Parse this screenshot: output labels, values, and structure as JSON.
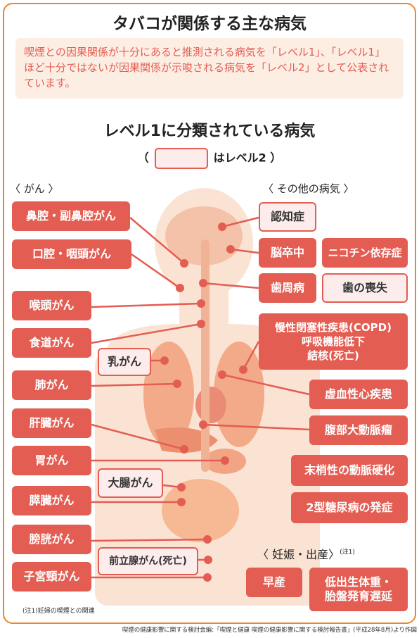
{
  "title": "タバコが関係する主な病気",
  "intro": "喫煙との因果関係が十分にあると推測される病気を「レベル1」、「レベル1」ほど十分ではないが因果関係が示唆される病気を「レベル2」として公表されています。",
  "subtitle": "レベル1に分類されている病気",
  "legend": {
    "open": "（",
    "close": "はレベル2 ）"
  },
  "sections": {
    "cancer": "〈 がん 〉",
    "other": "〈 その他の病気 〉",
    "pregnancy": "〈 妊娠・出産〉",
    "pregnancy_note": "(注1)"
  },
  "cancer": {
    "nasal": "鼻腔・副鼻腔がん",
    "oral": "口腔・咽頭がん",
    "larynx": "喉頭がん",
    "esophagus": "食道がん",
    "breast": "乳がん",
    "lung": "肺がん",
    "liver": "肝臓がん",
    "stomach": "胃がん",
    "colon": "大腸がん",
    "pancreas": "膵臓がん",
    "bladder": "膀胱がん",
    "prostate": "前立腺がん(死亡)",
    "cervix": "子宮頸がん"
  },
  "other": {
    "dementia": "認知症",
    "stroke": "脳卒中",
    "nicotine": "ニコチン依存症",
    "periodontal": "歯周病",
    "tooth_loss": "歯の喪失",
    "copd": [
      "慢性閉塞性疾患(COPD)",
      "呼吸機能低下",
      "結核(死亡)"
    ],
    "ihd": "虚血性心疾患",
    "aaa": "腹部大動脈瘤",
    "pad": "末梢性の動脈硬化",
    "diabetes": "2型糖尿病の発症"
  },
  "pregnancy": {
    "preterm": "早産",
    "lbw": [
      "低出生体重・",
      "胎盤発育遅延"
    ]
  },
  "footnote": "(注1)妊婦の喫煙との関連",
  "source": "喫煙の健康影響に関する検討会編:「喫煙と健康 喫煙の健康影響に関する検討報告書」(平成28年8月)より作図",
  "colors": {
    "level1": "#e35d53",
    "level2_bg": "#fdecec",
    "border": "#e8872f",
    "body": "#f7c9a8"
  }
}
